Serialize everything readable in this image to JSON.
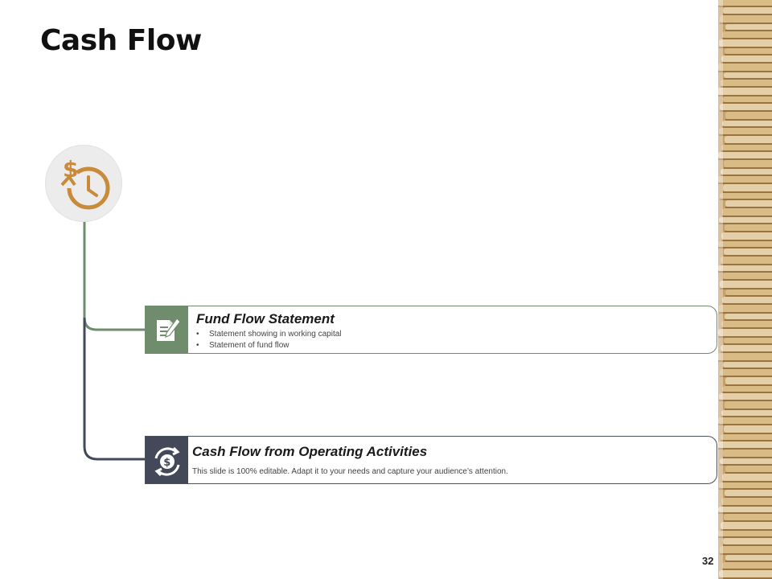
{
  "slide": {
    "title": "Cash Flow",
    "page_number": "32"
  },
  "items": [
    {
      "title": "Fund Flow Statement",
      "icon": "document-edit-icon",
      "bullets": [
        "Statement showing in working capital",
        "Statement of fund flow"
      ],
      "accent": "#6f8c6c"
    },
    {
      "title": "Cash Flow from Operating Activities",
      "icon": "dollar-cycle-icon",
      "description": "This slide is 100% editable. Adapt it to your needs and capture your audience’s attention.",
      "accent": "#434958"
    }
  ],
  "hub": {
    "icon": "dollar-clock-icon",
    "color": "#c98a3a"
  }
}
